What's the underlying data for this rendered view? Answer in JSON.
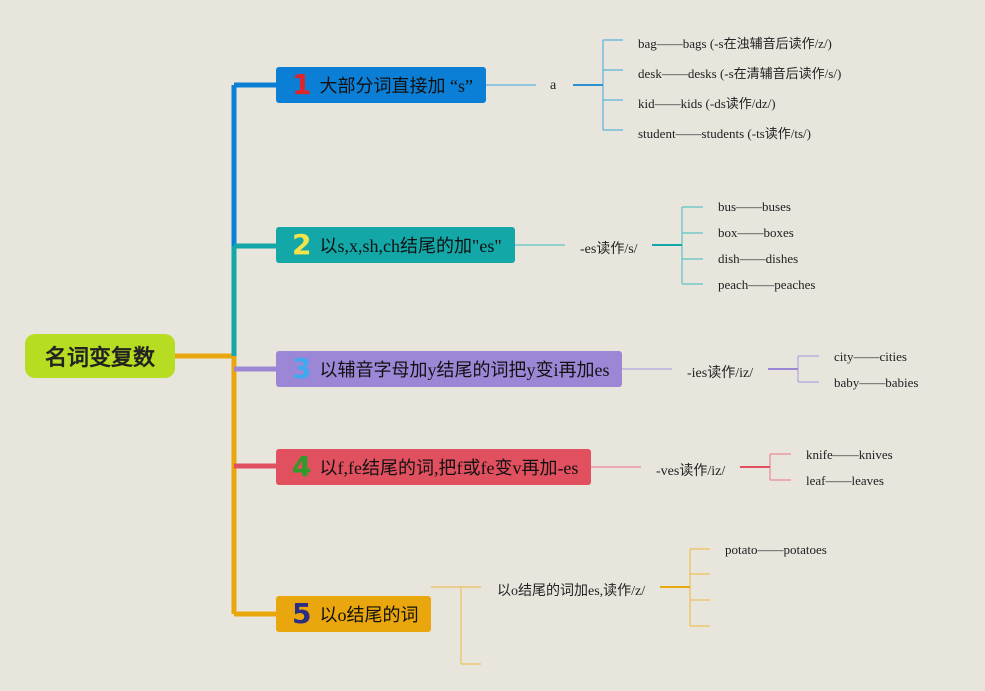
{
  "root": {
    "label": "名词变复数"
  },
  "colors": {
    "root": "#b6dd21",
    "branch1": "#0b7ed6",
    "branch2": "#13a8a7",
    "branch3": "#9c87d6",
    "branch4": "#e1505f",
    "branch5": "#e9a60d"
  },
  "branches": [
    {
      "number": "1",
      "number_color": "#e0242b",
      "label": "大部分词直接加 “s”",
      "sub": "a",
      "leaves": [
        "bag——bags (-s在浊辅音后读作/z/)",
        "desk——desks (-s在清辅音后读作/s/)",
        "kid——kids (-ds读作/dz/)",
        "student——students (-ts读作/ts/)"
      ]
    },
    {
      "number": "2",
      "number_color": "#f3e34a",
      "label": "以s,x,sh,ch结尾的加\"es\"",
      "sub": "-es读作/s/",
      "leaves": [
        "bus——buses",
        "box——boxes",
        "dish——dishes",
        "peach——peaches"
      ]
    },
    {
      "number": "3",
      "number_color": "#3fa9f0",
      "label": "以辅音字母加y结尾的词把y变i再加es",
      "sub": "-ies读作/iz/",
      "leaves": [
        "city——cities",
        "baby——babies"
      ]
    },
    {
      "number": "4",
      "number_color": "#2e9b2a",
      "label": "以f,fe结尾的词,把f或fe变v再加-es",
      "sub": "-ves读作/iz/",
      "leaves": [
        "knife——knives",
        "leaf——leaves"
      ]
    },
    {
      "number": "5",
      "number_color": "#2b2e83",
      "label": "以o结尾的词",
      "sub": "以o结尾的词加es,读作/z/",
      "leaves": [
        "potato——potatoes",
        "",
        "",
        ""
      ]
    }
  ]
}
